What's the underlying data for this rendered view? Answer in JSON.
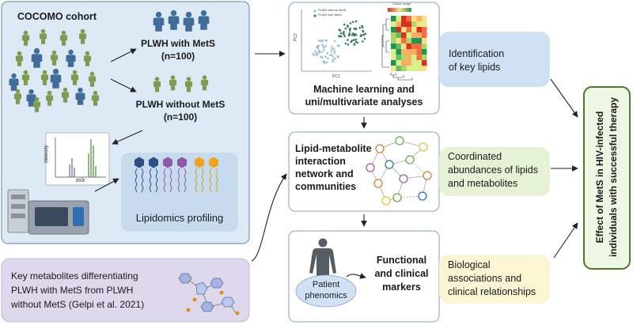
{
  "cohort": {
    "title": "COCOMO cohort",
    "with_mets": "PLWH with MetS",
    "with_mets_n": "(n=100)",
    "without_mets": "PLWH without MetS",
    "without_mets_n": "(n=100)"
  },
  "spectrum": {
    "y_axis": "Intensity",
    "x_axis": "m/z"
  },
  "lipidomics": {
    "label": "Lipidomics  profiling"
  },
  "key_metabolites": {
    "line1": "Key metabolites differentiating",
    "line2": "PLWH with MetS from PLWH",
    "line3": "without MetS (Gelpi et al. 2021)"
  },
  "ml": {
    "line1": "Machine learning and",
    "line2": "uni/multivariate analyses",
    "scatter_legend": [
      "PLWH without MetS",
      "PLWH with MetS"
    ],
    "heatmap_legend": "Colour range",
    "pc1": "PC1",
    "pc2": "PC2"
  },
  "network": {
    "line1": "Lipid-metabolite",
    "line2": "interaction",
    "line3": "network and",
    "line4": "communities"
  },
  "clinical": {
    "line1": "Functional",
    "line2": "and clinical",
    "line3": "markers",
    "phenomics_line1": "Patient",
    "phenomics_line2": "phenomics"
  },
  "outcomes": {
    "identification_line1": "Identification",
    "identification_line2": "of key lipids",
    "coordinated_line1": "Coordinated",
    "coordinated_line2": "abundances of lipids",
    "coordinated_line3": "and metabolites",
    "biological_line1": "Biological",
    "biological_line2": "associations and",
    "biological_line3": "clinical relationships"
  },
  "final": {
    "line1": "Effect of MetS in HIV-infected",
    "line2": "individuals with successful therapy"
  },
  "colors": {
    "panel_blue": "#dde9f5",
    "panel_border": "#7a9ab8",
    "person_green": "#7d9c52",
    "person_blue": "#3f6c98",
    "box_blue": "#cfe1f3",
    "box_green": "#e5f2d6",
    "box_yellow": "#fbf5d3",
    "box_lavender": "#ddd8ec",
    "final_border": "#4c7a2e",
    "final_fill": "#eef6e4"
  }
}
